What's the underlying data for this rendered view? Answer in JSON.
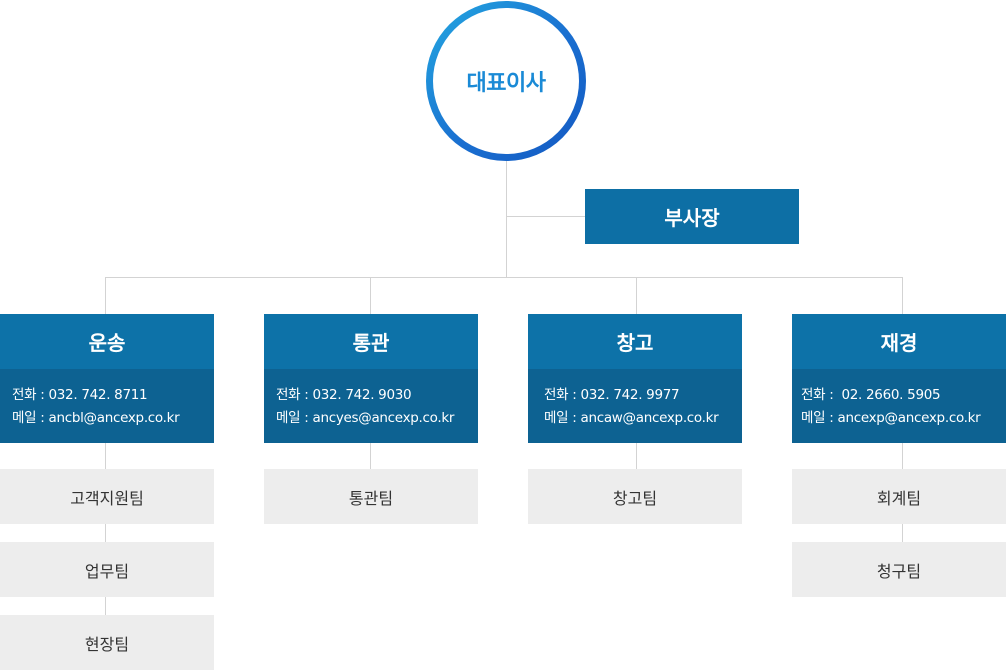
{
  "ceo": {
    "label": "대표이사"
  },
  "vice_president": {
    "label": "부사장"
  },
  "departments": [
    {
      "name": "운송",
      "phone": "전화 : 032. 742. 8711",
      "email": "메일 : ancbl@ancexp.co.kr",
      "teams": [
        "고객지원팀",
        "업무팀",
        "현장팀"
      ]
    },
    {
      "name": "통관",
      "phone": "전화 : 032. 742. 9030",
      "email": "메일 : ancyes@ancexp.co.kr",
      "teams": [
        "통관팀"
      ]
    },
    {
      "name": "창고",
      "phone": "전화 : 032. 742. 9977",
      "email": "메일 : ancaw@ancexp.co.kr",
      "teams": [
        "창고팀"
      ]
    },
    {
      "name": "재경",
      "phone": "전화 :  02. 2660. 5905",
      "email": "메일 : ancexp@ancexp.co.kr",
      "teams": [
        "회계팀",
        "청구팀"
      ]
    }
  ],
  "colors": {
    "ceo_ring_start": "#24a9e1",
    "ceo_ring_end": "#1359c2",
    "ceo_text": "#1a8ad6",
    "header_blue": "#0d72a8",
    "info_blue": "#0d6292",
    "team_gray": "#ededed",
    "connector": "#d3d3d3"
  }
}
